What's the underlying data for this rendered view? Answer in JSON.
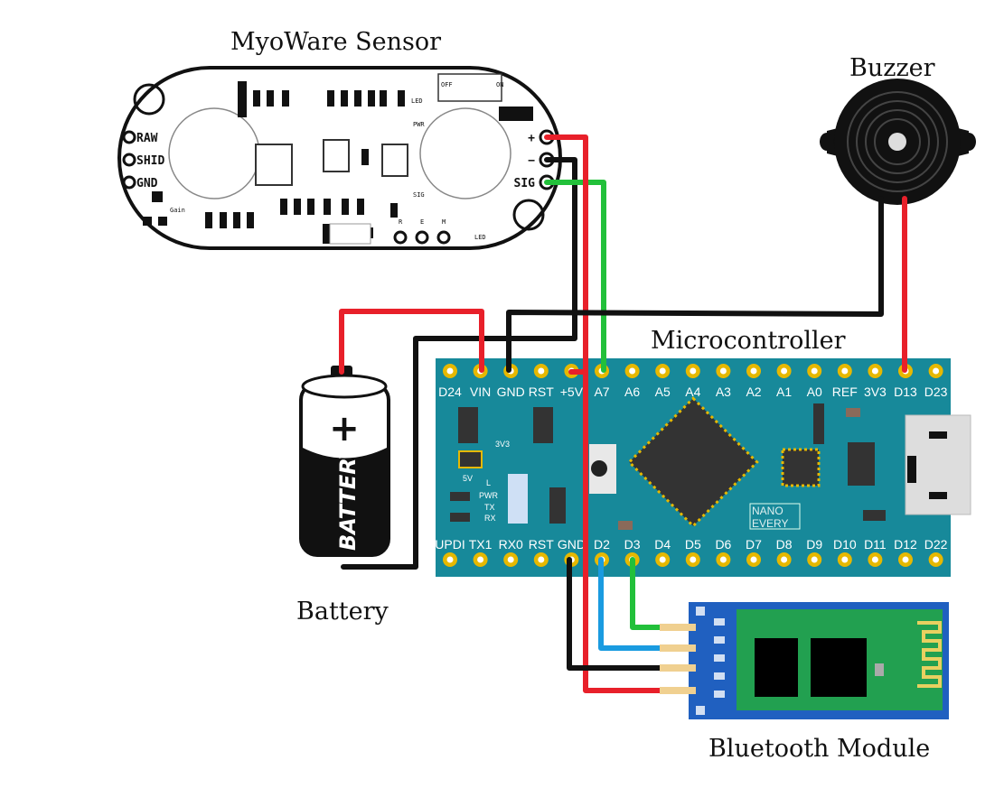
{
  "labels": {
    "myoware": "MyoWare Sensor",
    "buzzer": "Buzzer",
    "microcontroller": "Microcontroller",
    "battery": "Battery",
    "bluetooth": "Bluetooth Module"
  },
  "myoware": {
    "left_pins": [
      "RAW",
      "SHID",
      "GND"
    ],
    "right_pins": [
      "+",
      "−",
      "SIG"
    ],
    "switch_off": "OFF",
    "switch_on": "ON",
    "gain": "Gain",
    "led": "LED",
    "pwr": "PWR",
    "sig": "SIG",
    "rem": [
      "R",
      "E",
      "M"
    ]
  },
  "board": {
    "top_pins": [
      "D24",
      "VIN",
      "GND",
      "RST",
      "+5V",
      "A7",
      "A6",
      "A5",
      "A4",
      "A3",
      "A2",
      "A1",
      "A0",
      "REF",
      "3V3",
      "D13",
      "D23"
    ],
    "bottom_pins": [
      "UPDI",
      "TX1",
      "RX0",
      "RST",
      "GND",
      "D2",
      "D3",
      "D4",
      "D5",
      "D6",
      "D7",
      "D8",
      "D9",
      "D10",
      "D11",
      "D12",
      "D22"
    ],
    "silk": {
      "v33": "3V3",
      "v5": "5V",
      "l": "L",
      "pwr": "PWR",
      "tx": "TX",
      "rx": "RX",
      "nano": "NANO",
      "every": "EVERY"
    }
  },
  "battery_text": "BATTERY",
  "battery_plus": "+",
  "colors": {
    "red": "#e8202a",
    "black": "#111111",
    "green": "#22c03a",
    "blue": "#1a9be0",
    "board": "#17899a",
    "pad": "#e6b800",
    "bt_green": "#22a050",
    "bt_blue": "#2060c0"
  }
}
